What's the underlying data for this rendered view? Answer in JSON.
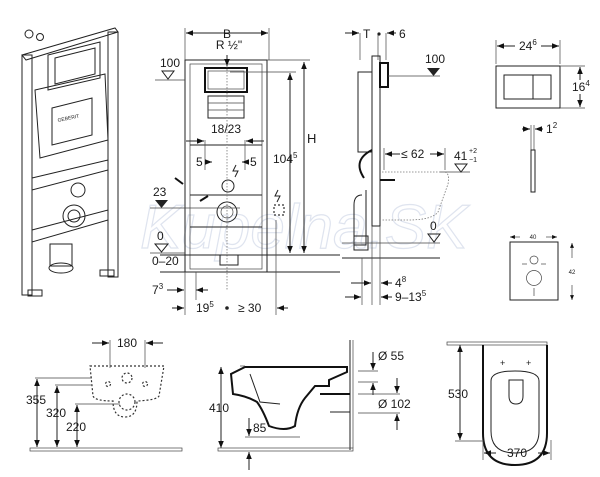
{
  "watermark": "Kupelna.SK",
  "frame_front": {
    "width_label": "B",
    "thread_label": "R ½\"",
    "actuator_height_label": "100",
    "flush_range_label": "18/23",
    "offset_left_label": "5",
    "offset_right_label": "5",
    "drain_height_label": "23",
    "floor_label": "0",
    "floor_range_label": "0–20",
    "height_label": "H",
    "height_value_label": "104",
    "height_value_sup": "5",
    "foot_offset_label": "7",
    "foot_offset_sup": "3",
    "axis_left_label": "19",
    "axis_left_sup": "5",
    "axis_right_label": "≥ 30"
  },
  "frame_side": {
    "depth_label": "T",
    "plate_label": "6",
    "actuator_height_label": "100",
    "bowl_depth_label": "≤ 62",
    "bowl_height_label": "41",
    "bowl_height_tol_plus": "+2",
    "bowl_height_tol_minus": "−1",
    "floor_label": "0",
    "wall_gap_label": "4",
    "wall_gap_sup": "8",
    "wall_range_label": "9–13",
    "wall_range_sup": "5"
  },
  "flush_plate": {
    "width_label": "24",
    "width_sup": "6",
    "height_label": "16",
    "height_sup": "4",
    "thickness_label": "1",
    "thickness_sup": "2"
  },
  "soundproof_pad": {
    "width_label": "40",
    "height_label": "42"
  },
  "bowl_mounting": {
    "bolt_spacing_label": "180",
    "height_1_label": "355",
    "height_2_label": "320",
    "height_3_label": "220"
  },
  "bowl_side": {
    "height_label": "410",
    "outlet_label": "85",
    "inlet_diameter_label": "Ø 55",
    "drain_diameter_label": "Ø 102"
  },
  "bowl_top": {
    "length_label": "530",
    "width_label": "370"
  }
}
